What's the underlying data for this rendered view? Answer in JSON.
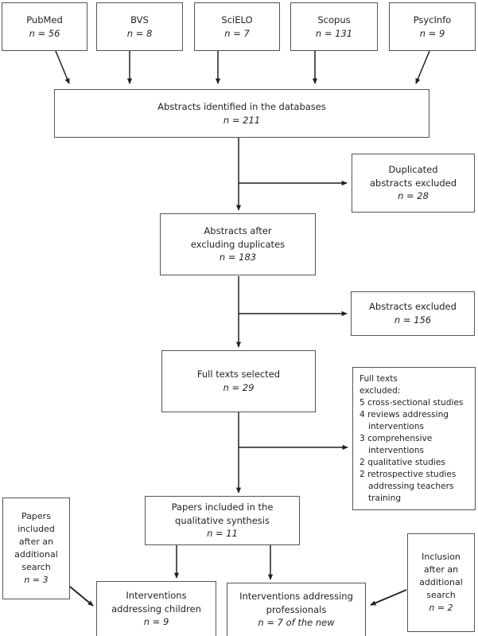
{
  "diagram": {
    "type": "prisma-flow-diagram",
    "line_color": "#555555",
    "arrow_color": "#231f20",
    "text_color": "#231f20",
    "background": "#ffffff",
    "sources": [
      {
        "id": "pubmed",
        "name": "PubMed",
        "n_label": "n = 56",
        "n": 56
      },
      {
        "id": "bvs",
        "name": "BVS",
        "n_label": "n = 8",
        "n": 8
      },
      {
        "id": "scielo",
        "name": "SciELO",
        "n_label": "n = 7",
        "n": 7
      },
      {
        "id": "scopus",
        "name": "Scopus",
        "n_label": "n = 131",
        "n": 131
      },
      {
        "id": "psycinfo",
        "name": "PsycInfo",
        "n_label": "n = 9",
        "n": 9
      }
    ],
    "identified": {
      "title": "Abstracts identified in the databases",
      "n_label": "n = 211",
      "n": 211
    },
    "duplicates_excluded": {
      "line1": "Duplicated",
      "line2": "abstracts excluded",
      "n_label": "n = 28",
      "n": 28
    },
    "after_duplicates": {
      "line1": "Abstracts after",
      "line2": "excluding duplicates",
      "n_label": "n = 183",
      "n": 183
    },
    "abstracts_excluded": {
      "line1": "Abstracts excluded",
      "n_label": "n = 156",
      "n": 156
    },
    "full_texts_selected": {
      "line1": "Full texts selected",
      "n_label": "n = 29",
      "n": 29
    },
    "full_texts_excluded": {
      "head1": "Full texts",
      "head2": "excluded:",
      "items": [
        "5 cross-sectional studies",
        "4 reviews addressing interventions",
        "3 comprehensive interventions",
        "2 qualitative studies",
        "2 retrospective studies addressing teachers training"
      ],
      "counts": [
        5,
        4,
        3,
        2,
        2
      ]
    },
    "included_synthesis": {
      "line1": "Papers included in the",
      "line2": "qualitative synthesis",
      "n_label": "n = 11",
      "n": 11
    },
    "additional_left": {
      "lines": [
        "Papers",
        "included",
        "after an",
        "additional",
        "search"
      ],
      "n_label": "n = 3",
      "n": 3
    },
    "additional_right": {
      "lines": [
        "Inclusion",
        "after an",
        "additional",
        "search"
      ],
      "n_label": "n = 2",
      "n": 2
    },
    "outcome_children": {
      "line1": "Interventions",
      "line2": "addressing children",
      "n_label": "n = 9",
      "n": 9
    },
    "outcome_professionals": {
      "line1": "Interventions addressing",
      "line2": "professionals",
      "n_label": "n = 7 of the new",
      "n": 7
    }
  }
}
